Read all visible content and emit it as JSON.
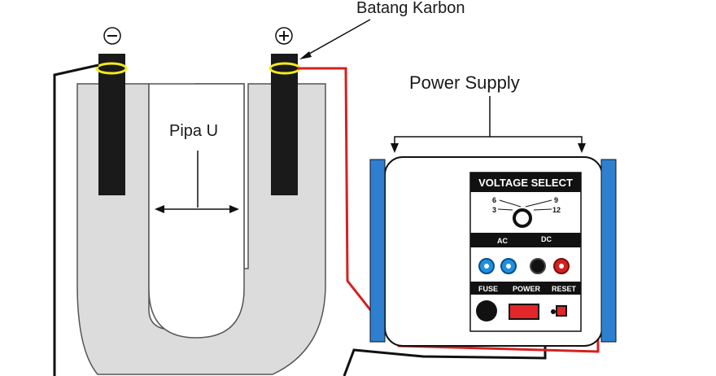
{
  "labels": {
    "carbon_rod": "Batang Karbon",
    "power_supply": "Power Supply",
    "u_tube": "Pipa U",
    "negative_sign": "⊖",
    "positive_sign": "⊕"
  },
  "panel": {
    "title": "VOLTAGE SELECT",
    "voltages": {
      "v6": "6",
      "v3": "3",
      "v9": "9",
      "v12": "12"
    },
    "ac": "AC",
    "dc": "DC",
    "fuse": "FUSE",
    "power": "POWER",
    "reset": "RESET"
  },
  "colors": {
    "tube": "#dcdcdc",
    "rod": "#1a1a1a",
    "ring": "#f5ea1e",
    "wire_red": "#d42020",
    "wire_black": "#111111",
    "side_blue": "#2f7fd1",
    "terminal_blue": "#1e90e0",
    "terminal_red": "#d42020",
    "power_switch": "#e2262a"
  }
}
